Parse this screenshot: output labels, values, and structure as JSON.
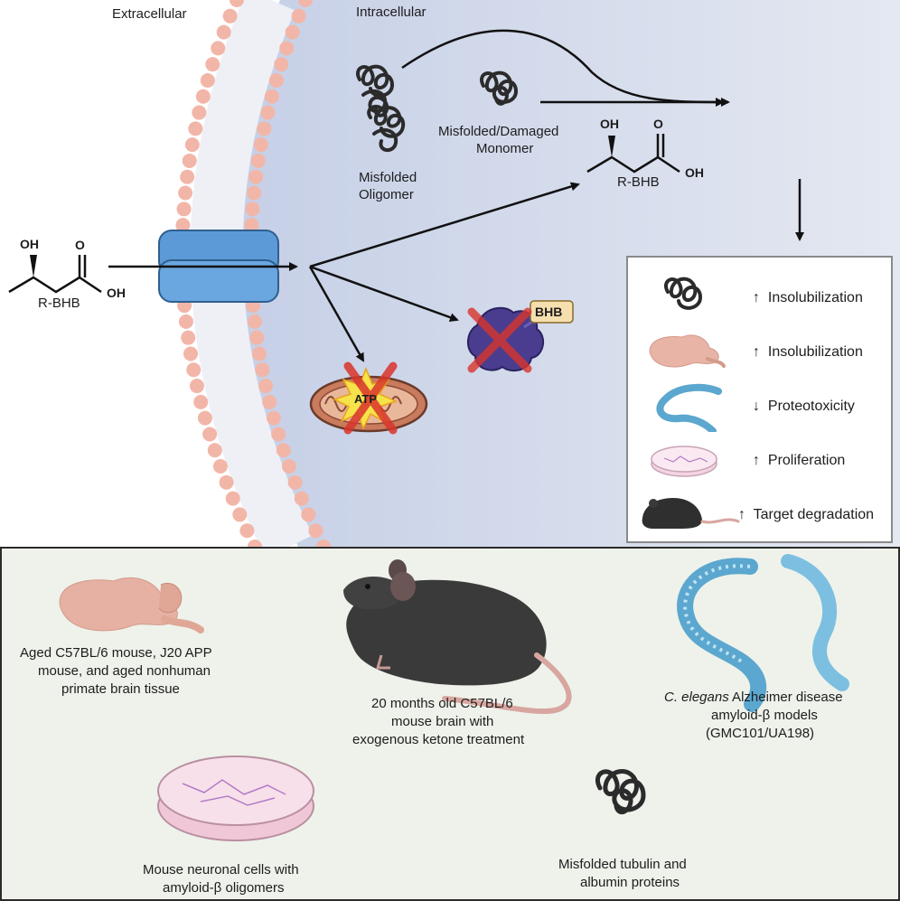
{
  "membrane": {
    "extracellular_label": "Extracellular",
    "intracellular_label": "Intracellular"
  },
  "molecule_outside": {
    "oh_label": "OH",
    "oh2_label": "OH",
    "o_label": "O",
    "name": "R-BHB"
  },
  "molecule_inside": {
    "oh_label": "OH",
    "oh2_label": "OH",
    "o_label": "O",
    "name": "R-BHB"
  },
  "proteins": {
    "oligomer_label_line1": "Misfolded",
    "oligomer_label_line2": "Oligomer",
    "monomer_label_line1": "Misfolded/Damaged",
    "monomer_label_line2": "Monomer"
  },
  "mitochondria": {
    "atp_label": "ATP"
  },
  "bhb_tag": {
    "label": "BHB"
  },
  "effects": [
    {
      "icon": "misfolded-protein-icon",
      "arrow": "↑",
      "text": "Insolubilization"
    },
    {
      "icon": "brain-icon",
      "arrow": "↑",
      "text": "Insolubilization"
    },
    {
      "icon": "worm-icon",
      "arrow": "↓",
      "text": "Proteotoxicity"
    },
    {
      "icon": "petri-dish-icon",
      "arrow": "↑",
      "text": "Proliferation"
    },
    {
      "icon": "mouse-icon",
      "arrow": "↑",
      "text": "Target degradation"
    }
  ],
  "models": {
    "brain_tissue": [
      "Aged C57BL/6 mouse, J20 APP",
      "mouse, and aged nonhuman",
      "primate brain tissue"
    ],
    "mouse": [
      "20 months old C57BL/6",
      "mouse brain with",
      "exogenous ketone treatment"
    ],
    "celegans_italic": "C. elegans",
    "celegans_rest": " Alzheimer disease",
    "celegans_lines": [
      "amyloid-β models",
      "(GMC101/UA198)"
    ],
    "neuronal_cells": [
      "Mouse neuronal cells with",
      "amyloid-β oligomers"
    ],
    "proteins": [
      "Misfolded tubulin and",
      "albumin proteins"
    ]
  },
  "colors": {
    "cytoplasm": "#c9d3e8",
    "membrane_head": "#f2b6a8",
    "channel": "#5b9ad6",
    "bottom_bg": "#eef2ea"
  }
}
